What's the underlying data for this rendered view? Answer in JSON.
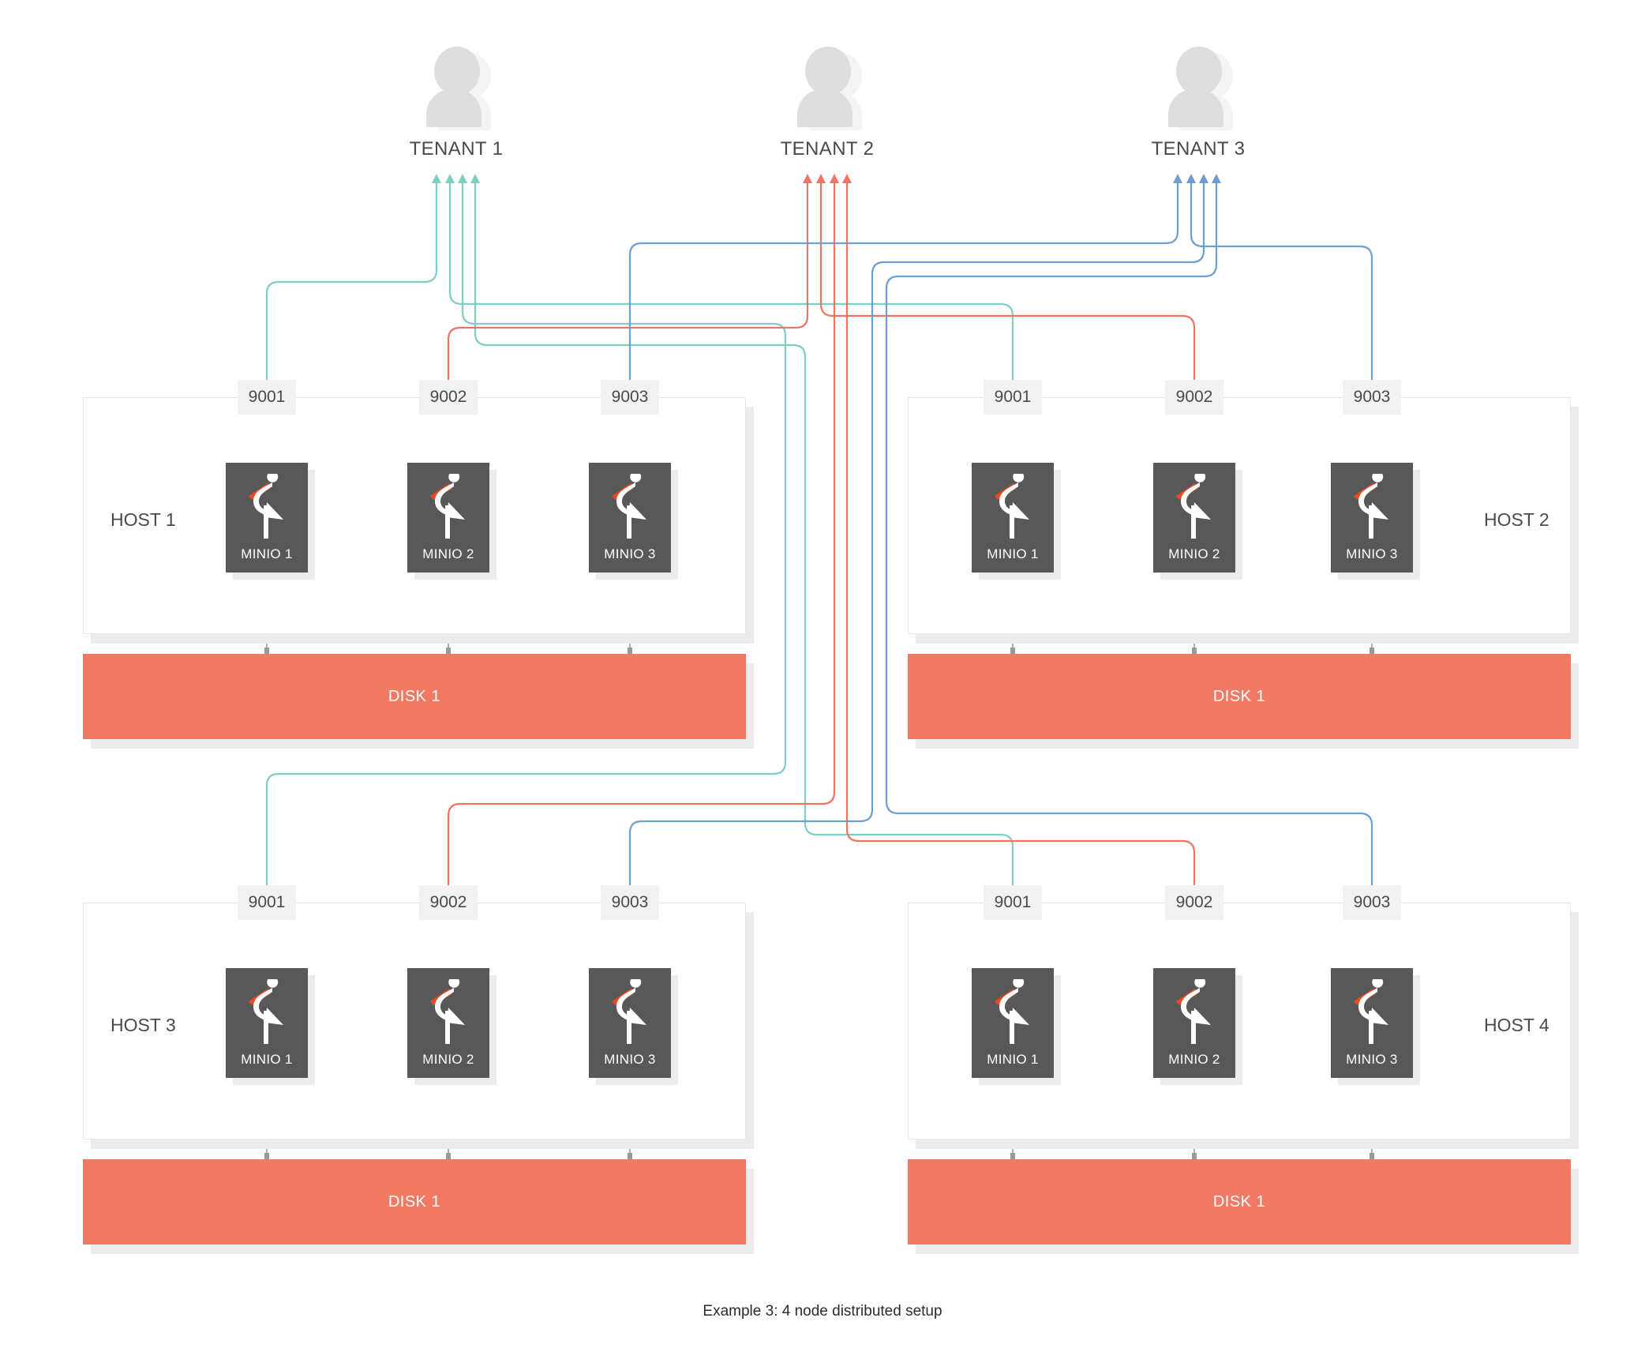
{
  "caption": "Example 3: 4 node distributed setup",
  "colors": {
    "tenant1_wire": "#7ecec4",
    "tenant2_wire": "#ee7464",
    "tenant3_wire": "#6d9fd0",
    "node_box": "#585858",
    "disk": "#f07a64",
    "port_chip": "#f2f2f2",
    "person": "#dedede",
    "text": "#4a4a4a",
    "beak": "#e8491f"
  },
  "tenants": [
    {
      "label": "TENANT 1",
      "icon": "person-icon",
      "wire_color": "#7ecec4",
      "port": "9001"
    },
    {
      "label": "TENANT 2",
      "icon": "person-icon",
      "wire_color": "#ee7464",
      "port": "9002"
    },
    {
      "label": "TENANT 3",
      "icon": "person-icon",
      "wire_color": "#6d9fd0",
      "port": "9003"
    }
  ],
  "hosts": [
    {
      "label": "HOST 1",
      "label_side": "left",
      "disk": "DISK 1",
      "nodes": [
        {
          "port": "9001",
          "name": "MINIO 1",
          "icon": "minio-flamingo-icon",
          "wire_color": "#7ecec4"
        },
        {
          "port": "9002",
          "name": "MINIO 2",
          "icon": "minio-flamingo-icon",
          "wire_color": "#ee7464"
        },
        {
          "port": "9003",
          "name": "MINIO 3",
          "icon": "minio-flamingo-icon",
          "wire_color": "#6d9fd0"
        }
      ]
    },
    {
      "label": "HOST 2",
      "label_side": "right",
      "disk": "DISK 1",
      "nodes": [
        {
          "port": "9001",
          "name": "MINIO 1",
          "icon": "minio-flamingo-icon",
          "wire_color": "#7ecec4"
        },
        {
          "port": "9002",
          "name": "MINIO 2",
          "icon": "minio-flamingo-icon",
          "wire_color": "#ee7464"
        },
        {
          "port": "9003",
          "name": "MINIO 3",
          "icon": "minio-flamingo-icon",
          "wire_color": "#6d9fd0"
        }
      ]
    },
    {
      "label": "HOST 3",
      "label_side": "left",
      "disk": "DISK 1",
      "nodes": [
        {
          "port": "9001",
          "name": "MINIO 1",
          "icon": "minio-flamingo-icon",
          "wire_color": "#7ecec4"
        },
        {
          "port": "9002",
          "name": "MINIO 2",
          "icon": "minio-flamingo-icon",
          "wire_color": "#ee7464"
        },
        {
          "port": "9003",
          "name": "MINIO 3",
          "icon": "minio-flamingo-icon",
          "wire_color": "#6d9fd0"
        }
      ]
    },
    {
      "label": "HOST 4",
      "label_side": "right",
      "disk": "DISK 1",
      "nodes": [
        {
          "port": "9001",
          "name": "MINIO 1",
          "icon": "minio-flamingo-icon",
          "wire_color": "#7ecec4"
        },
        {
          "port": "9002",
          "name": "MINIO 2",
          "icon": "minio-flamingo-icon",
          "wire_color": "#ee7464"
        },
        {
          "port": "9003",
          "name": "MINIO 3",
          "icon": "minio-flamingo-icon",
          "wire_color": "#6d9fd0"
        }
      ]
    }
  ]
}
